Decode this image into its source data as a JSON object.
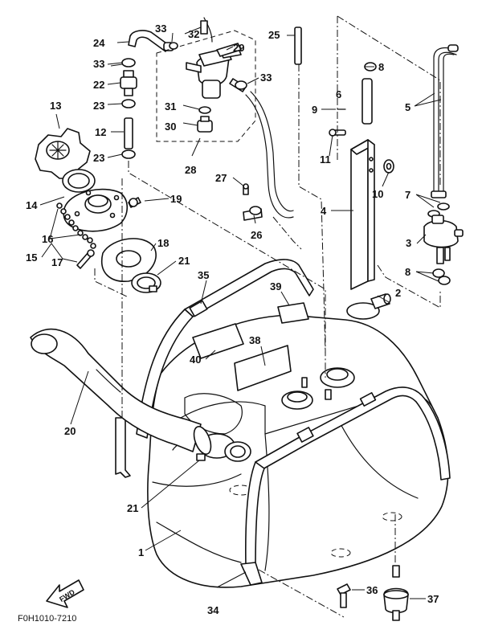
{
  "diagram_code": "F0H1010-7210",
  "fwd_label": "FWD",
  "callouts": [
    {
      "id": "c1",
      "text": "1"
    },
    {
      "id": "c2",
      "text": "2"
    },
    {
      "id": "c3",
      "text": "3"
    },
    {
      "id": "c4",
      "text": "4"
    },
    {
      "id": "c5",
      "text": "5"
    },
    {
      "id": "c6",
      "text": "6"
    },
    {
      "id": "c7",
      "text": "7"
    },
    {
      "id": "c8a",
      "text": "8"
    },
    {
      "id": "c8b",
      "text": "8"
    },
    {
      "id": "c9",
      "text": "9"
    },
    {
      "id": "c10",
      "text": "10"
    },
    {
      "id": "c11",
      "text": "11"
    },
    {
      "id": "c12",
      "text": "12"
    },
    {
      "id": "c13",
      "text": "13"
    },
    {
      "id": "c14",
      "text": "14"
    },
    {
      "id": "c15",
      "text": "15"
    },
    {
      "id": "c16",
      "text": "16"
    },
    {
      "id": "c17",
      "text": "17"
    },
    {
      "id": "c18",
      "text": "18"
    },
    {
      "id": "c19",
      "text": "19"
    },
    {
      "id": "c20",
      "text": "20"
    },
    {
      "id": "c21a",
      "text": "21"
    },
    {
      "id": "c21b",
      "text": "21"
    },
    {
      "id": "c22",
      "text": "22"
    },
    {
      "id": "c23a",
      "text": "23"
    },
    {
      "id": "c23b",
      "text": "23"
    },
    {
      "id": "c24",
      "text": "24"
    },
    {
      "id": "c25",
      "text": "25"
    },
    {
      "id": "c26",
      "text": "26"
    },
    {
      "id": "c27",
      "text": "27"
    },
    {
      "id": "c28",
      "text": "28"
    },
    {
      "id": "c29",
      "text": "29"
    },
    {
      "id": "c30",
      "text": "30"
    },
    {
      "id": "c31",
      "text": "31"
    },
    {
      "id": "c32",
      "text": "32"
    },
    {
      "id": "c33a",
      "text": "33"
    },
    {
      "id": "c33b",
      "text": "33"
    },
    {
      "id": "c33c",
      "text": "33"
    },
    {
      "id": "c34",
      "text": "34"
    },
    {
      "id": "c35",
      "text": "35"
    },
    {
      "id": "c36",
      "text": "36"
    },
    {
      "id": "c37",
      "text": "37"
    },
    {
      "id": "c38",
      "text": "38"
    },
    {
      "id": "c39",
      "text": "39"
    },
    {
      "id": "c40",
      "text": "40"
    }
  ]
}
